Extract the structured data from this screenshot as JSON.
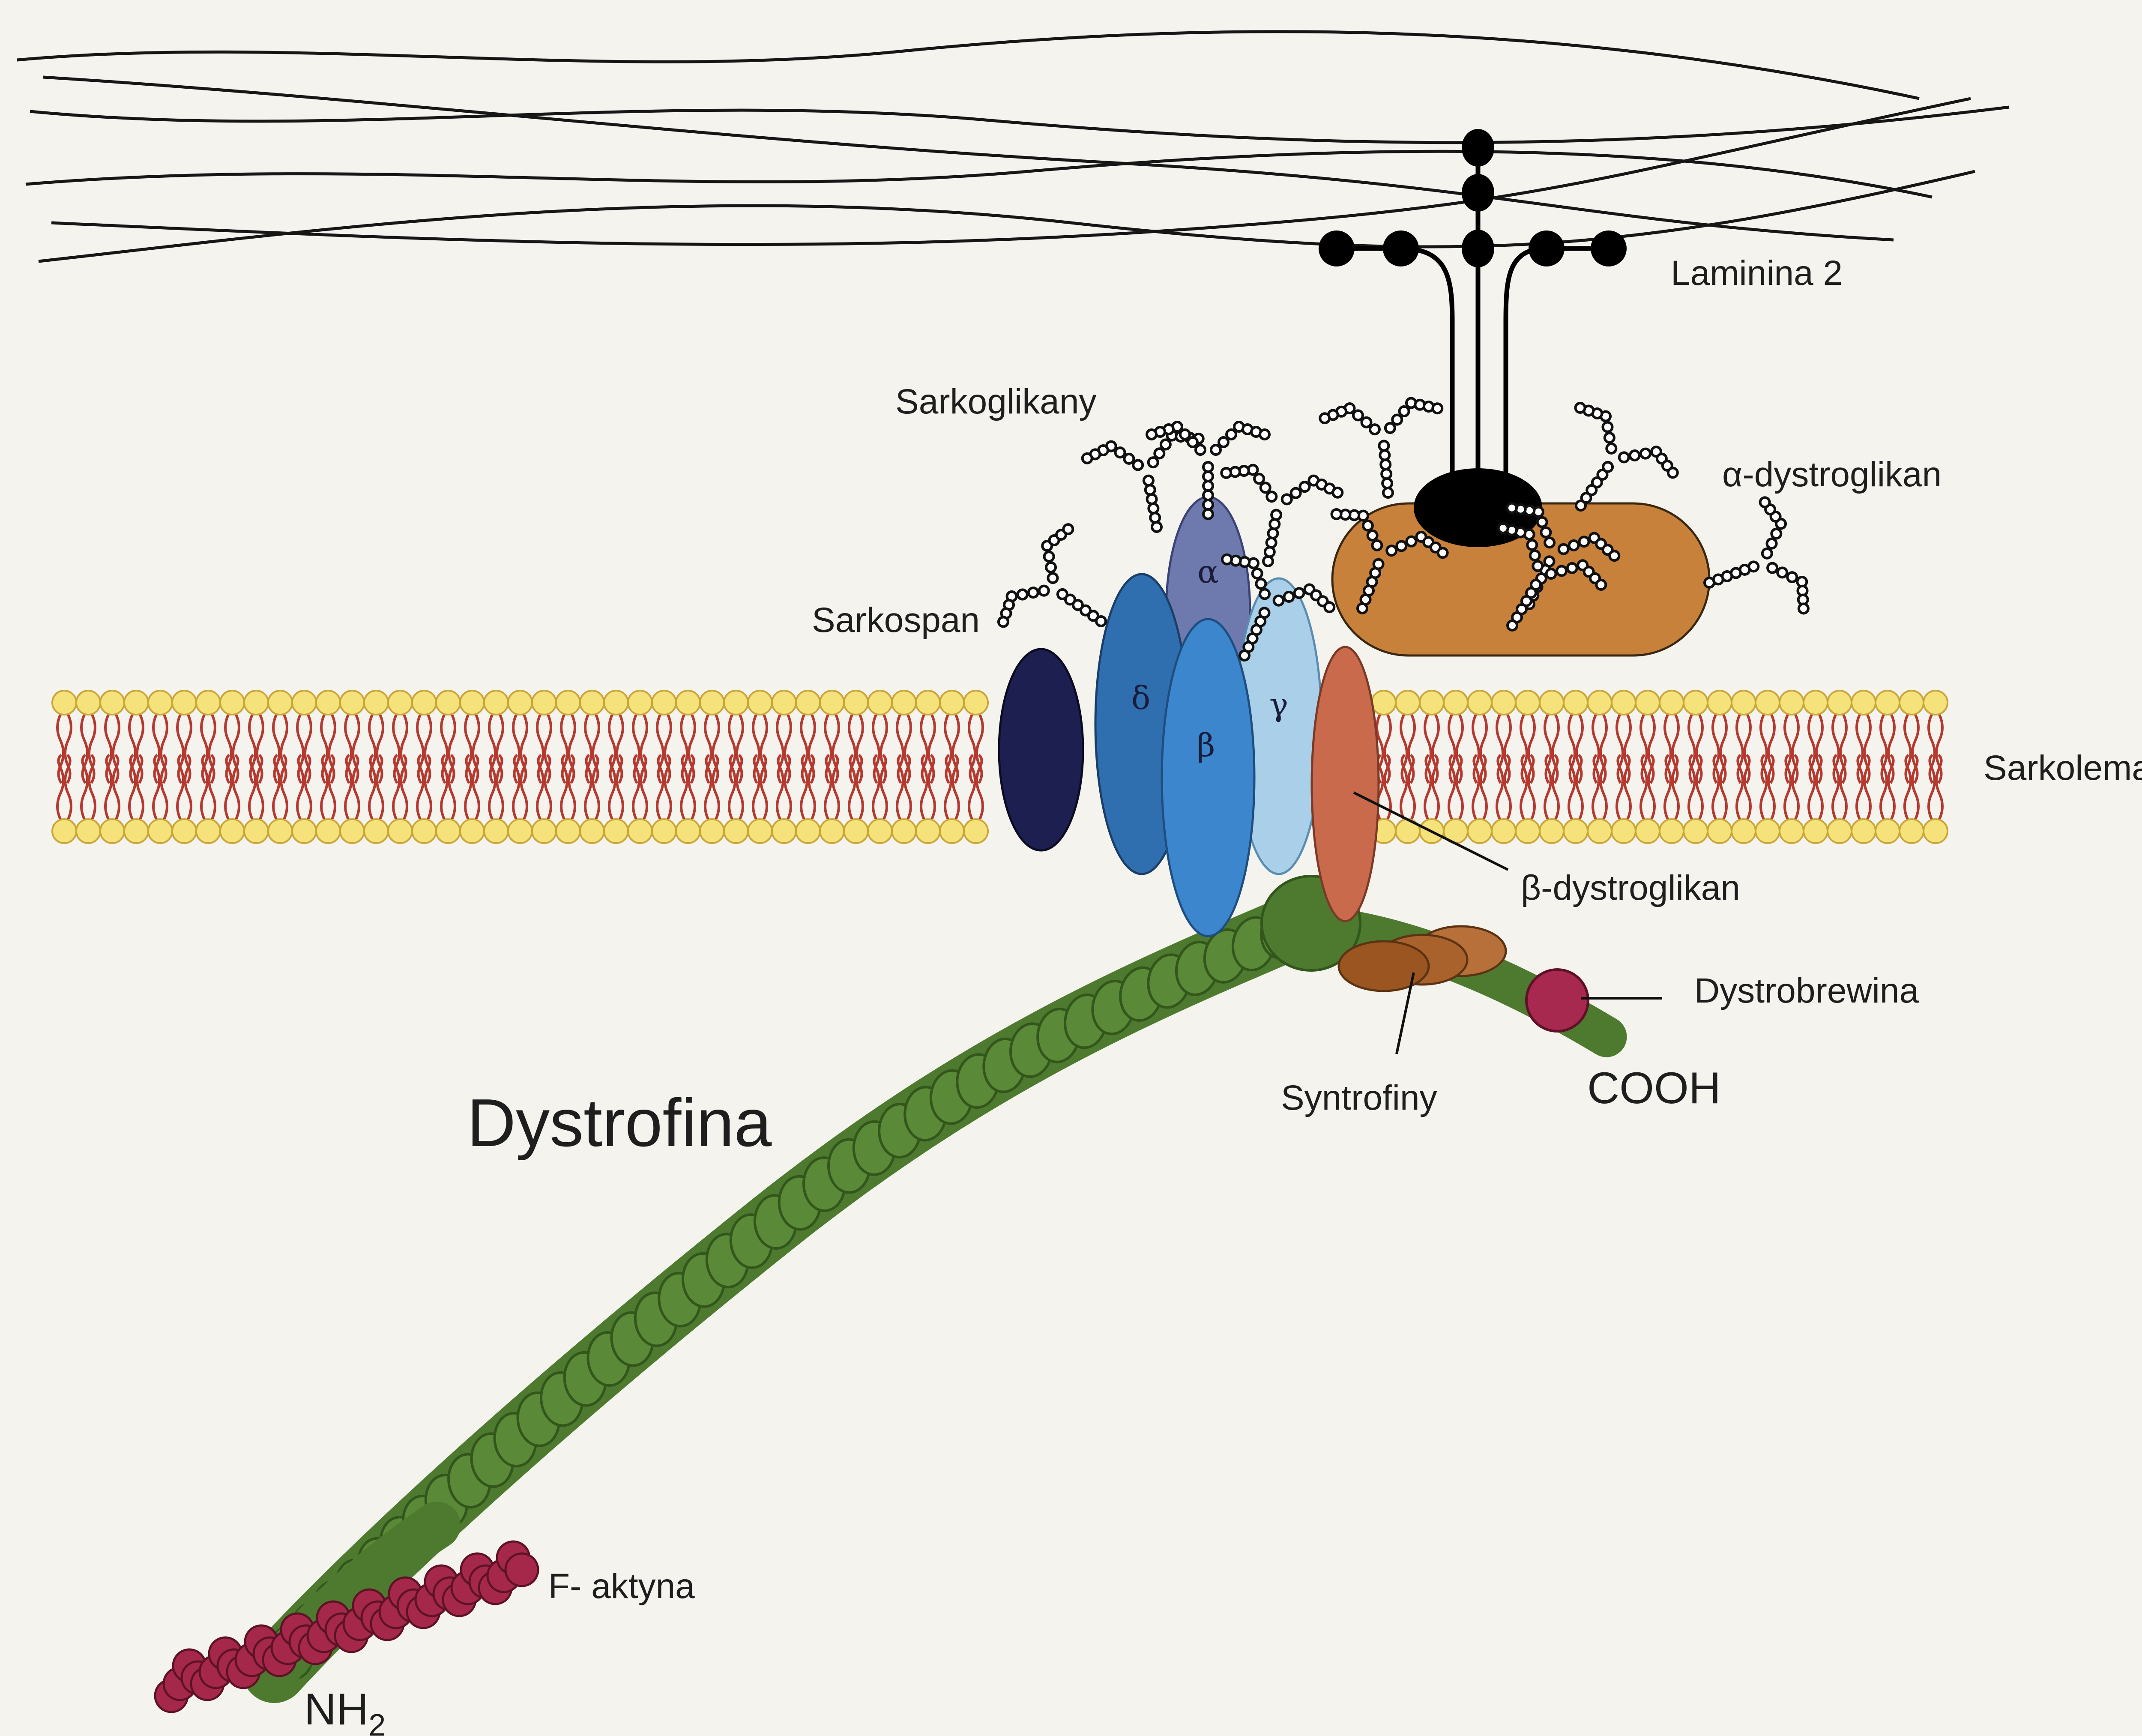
{
  "labels": {
    "laminin": "Laminina 2",
    "sarcoglycans": "Sarkoglikany",
    "alpha_dystroglycan": "α-dystroglikan",
    "sarcospan": "Sarkospan",
    "sarcolemma": "Sarkolema",
    "beta_dystroglycan": "β-dystroglikan",
    "dystrobrevin": "Dystrobrewina",
    "syntrophins": "Syntrofiny",
    "cooh": "COOH",
    "dystrophin": "Dystrofina",
    "f_actin": "F- aktyna",
    "nh2_main": "NH",
    "nh2_sub": "2"
  },
  "sarcoglycan_subunits": {
    "alpha": "α",
    "beta": "β",
    "gamma": "γ",
    "delta": "δ"
  },
  "colors": {
    "background": "#f4f3ee",
    "lipid_head": "#f6e27a",
    "lipid_tail": "#b5392f",
    "dystrophin": "#4d7a2f",
    "alpha_dystroglycan": "#c8813a",
    "beta_dystroglycan": "#c96a4c",
    "sarcospan": "#1c1f4f",
    "sarcoglycan_delta": "#2f6fb0",
    "sarcoglycan_beta": "#3b86cc",
    "sarcoglycan_gamma": "#a9cfe9",
    "sarcoglycan_alpha": "#6e79ad",
    "syntrophin": "#a9622b",
    "dystrobrevin": "#a8294f",
    "f_actin": "#a5284a",
    "laminin": "#000000"
  }
}
